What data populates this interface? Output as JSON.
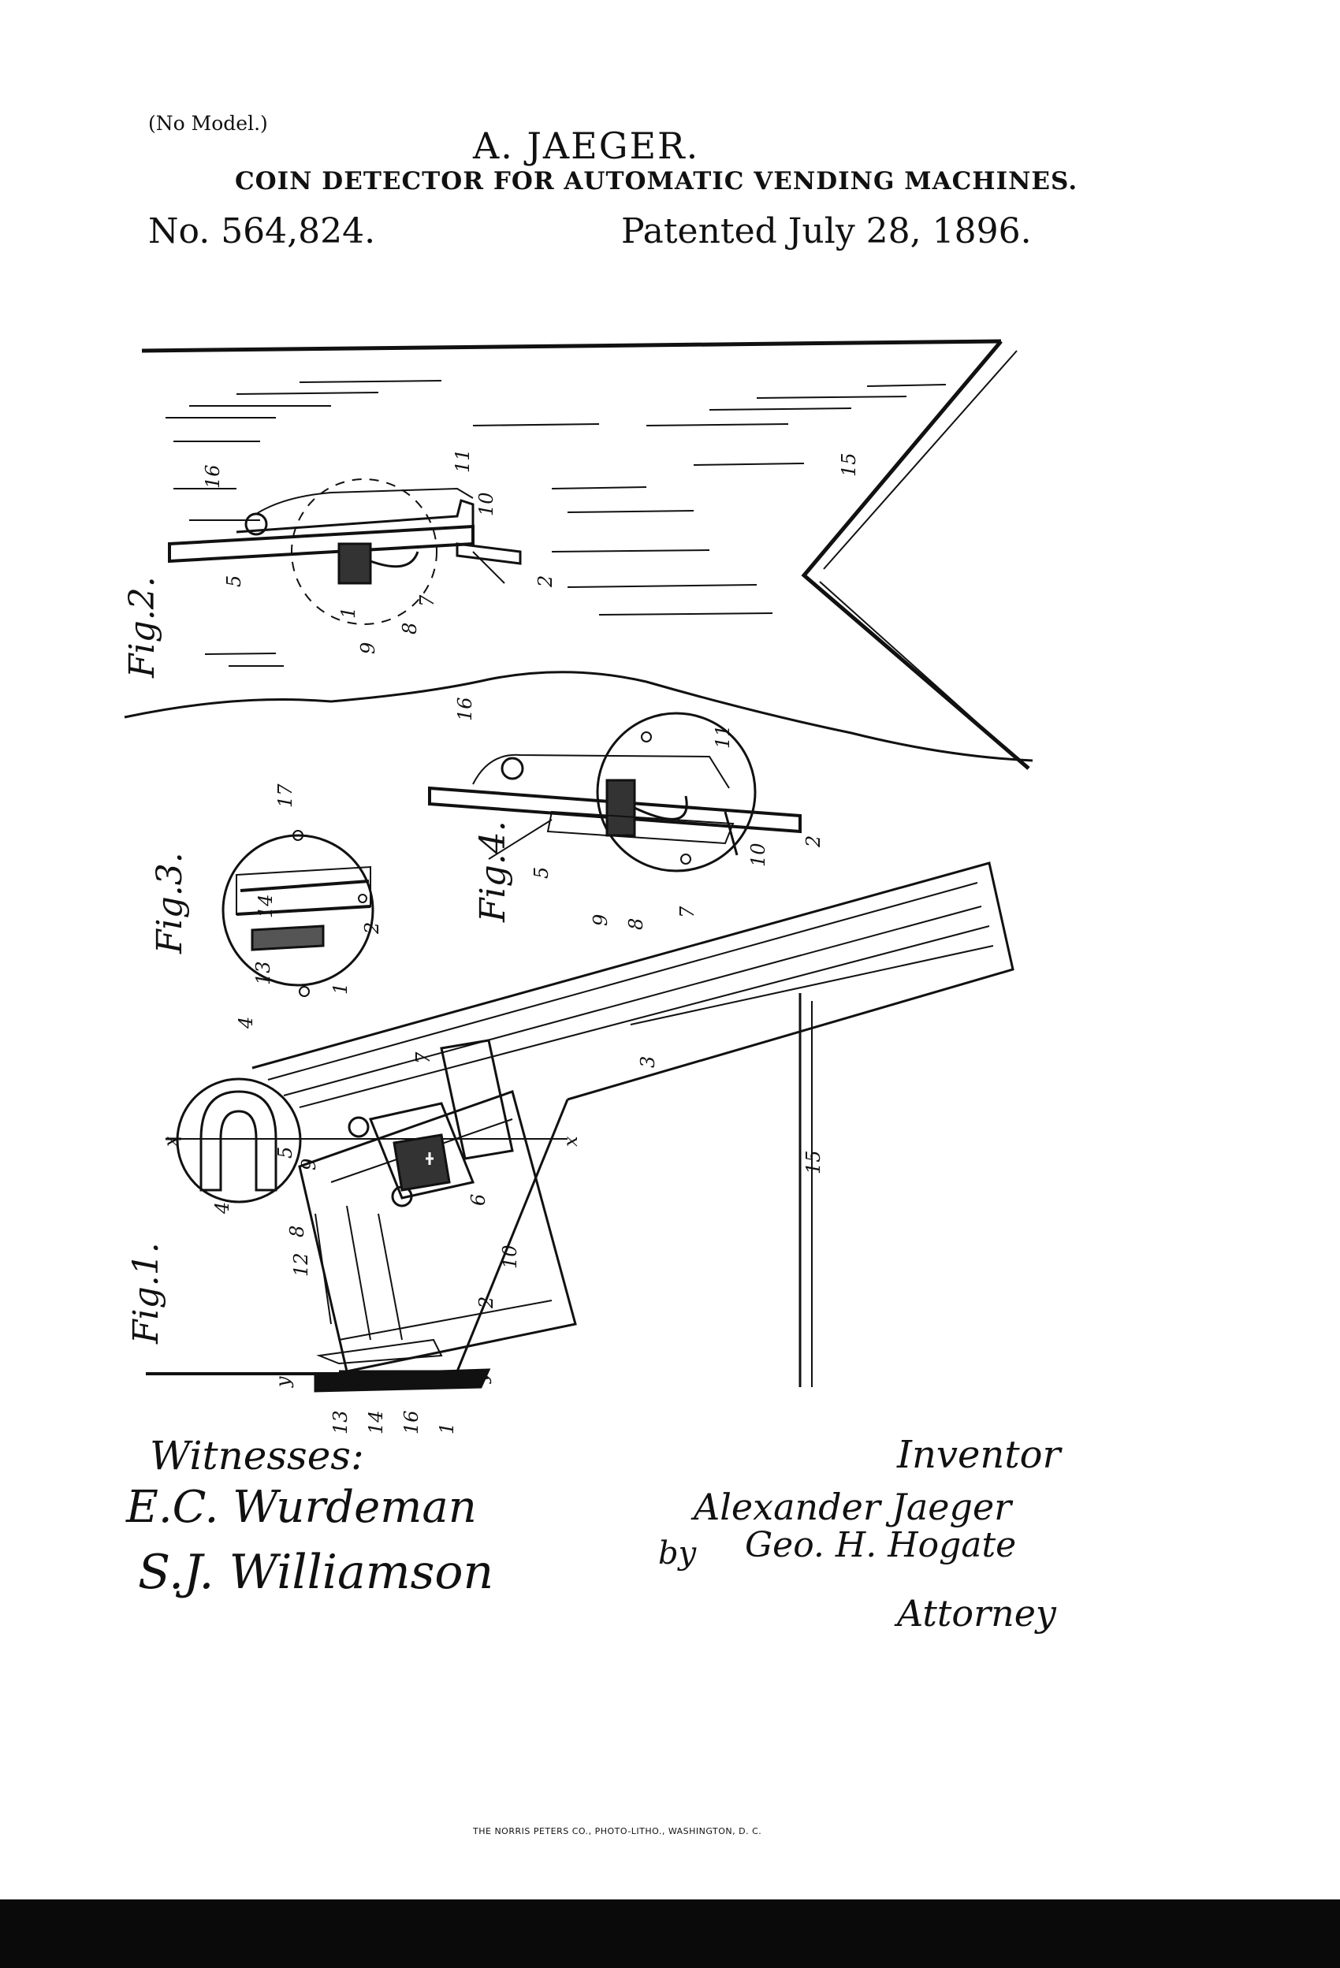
{
  "header": {
    "no_model": "(No Model.)",
    "inventor": "A. JAEGER.",
    "title": "COIN DETECTOR FOR AUTOMATIC VENDING MACHINES.",
    "patent_number": "No. 564,824.",
    "patent_date": "Patented July 28, 1896."
  },
  "figures": {
    "fig1": "Fig.1.",
    "fig2": "Fig.2.",
    "fig3": "Fig.3.",
    "fig4": "Fig.4."
  },
  "reference_numerals": {
    "n1": "1",
    "n2": "2",
    "n3": "3",
    "n4": "4",
    "n5": "5",
    "n6": "6",
    "n7": "7",
    "n8": "8",
    "n9": "9",
    "n10": "10",
    "n11": "11",
    "n12": "12",
    "n13": "13",
    "n14": "14",
    "n15": "15",
    "n16": "16",
    "n17": "17",
    "x": "x",
    "y": "y"
  },
  "signatures": {
    "witnesses_label": "Witnesses:",
    "witness_1": "E.C. Wurdeman",
    "witness_2": "S.J. Williamson",
    "inventor_label": "Inventor",
    "inventor_signature": "Alexander Jaeger",
    "by": "by",
    "attorney_signature": "Geo. H. Hogate",
    "attorney_label": "Attorney"
  },
  "footer": {
    "printer": "THE NORRIS PETERS CO., PHOTO-LITHO., WASHINGTON, D. C."
  },
  "colors": {
    "ink": "#111111",
    "paper": "#ffffff",
    "bar": "#0a0a0a"
  }
}
